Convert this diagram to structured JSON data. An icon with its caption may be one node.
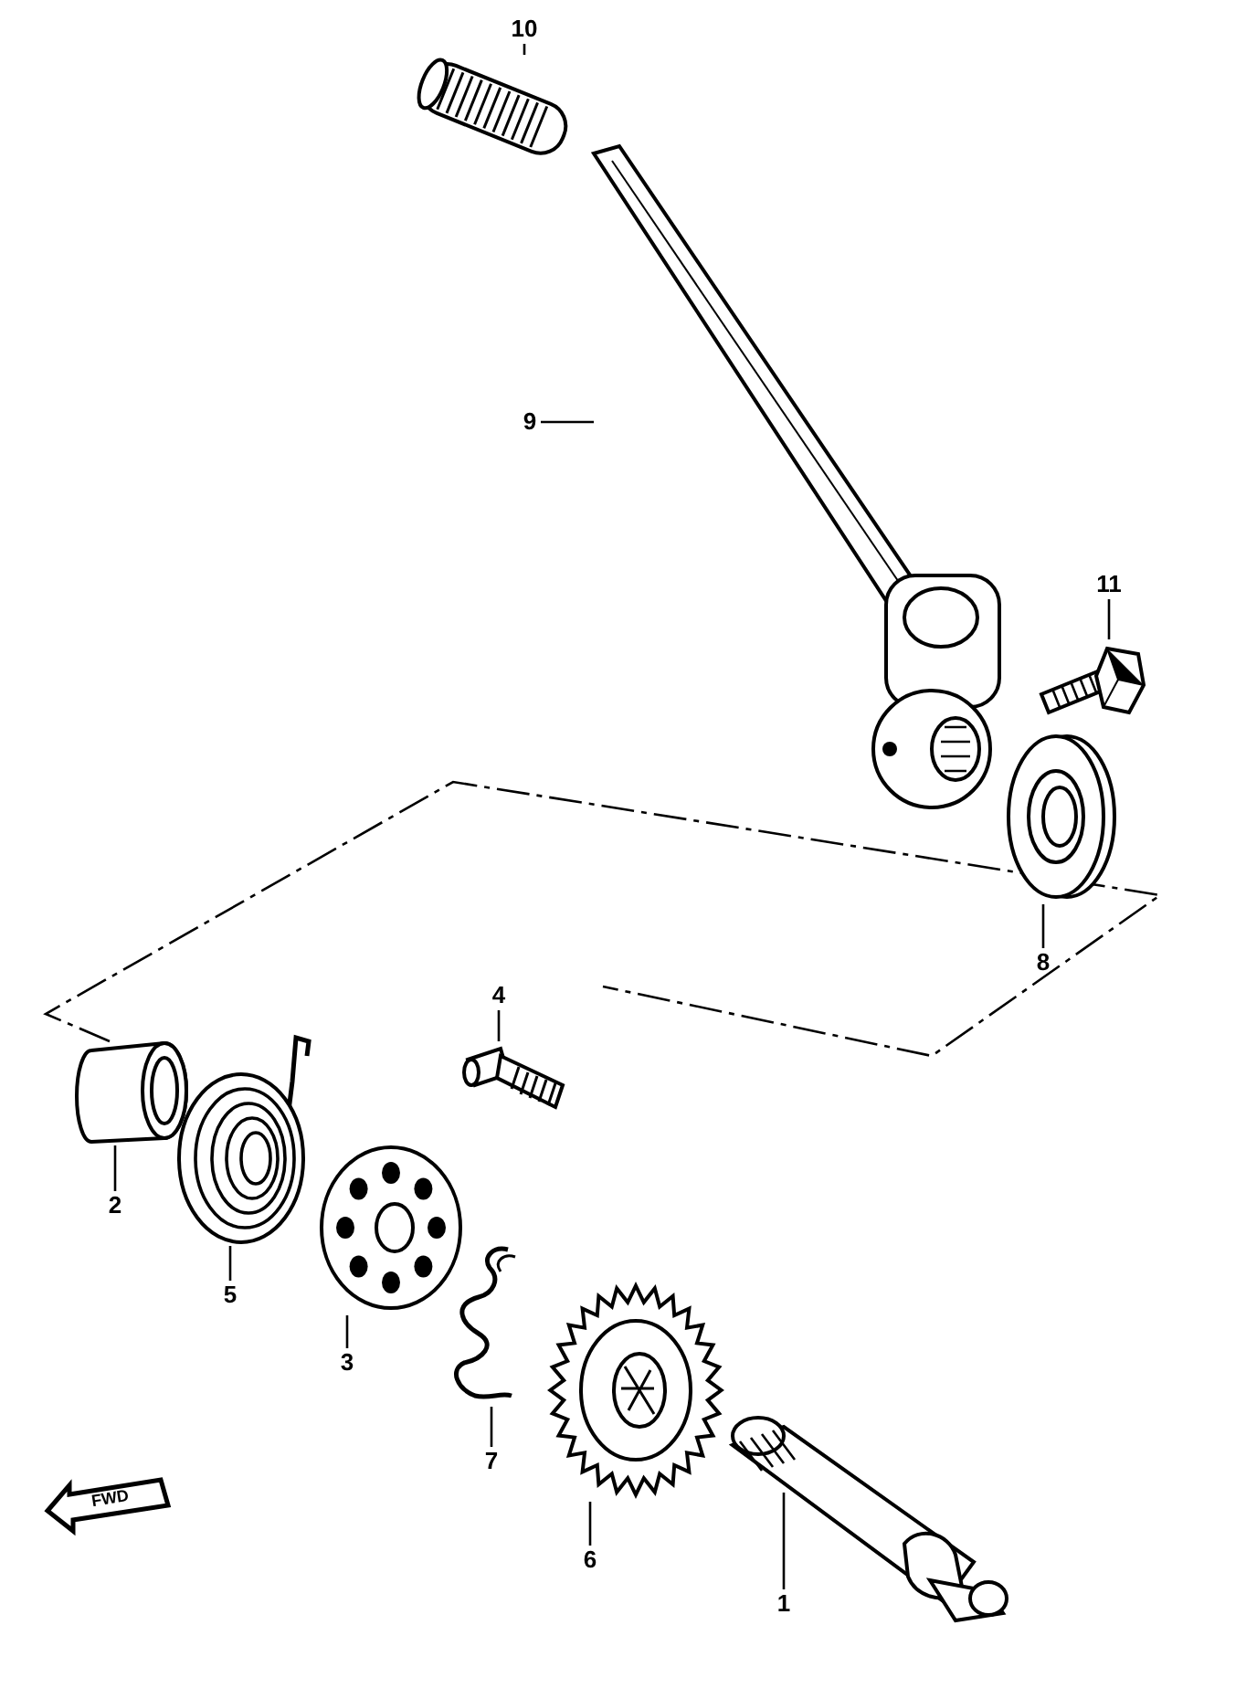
{
  "diagram": {
    "nodes": [
      {
        "text": [
          "10"
        ]
      },
      {
        "text": [],
        "shape": "picture"
      },
      {
        "text": [
          "9"
        ]
      },
      {
        "text": [],
        "shape": "picture"
      },
      {
        "text": [
          "11"
        ]
      },
      {
        "text": [],
        "shape": "picture"
      },
      {
        "text": [
          "8"
        ]
      },
      {
        "text": [],
        "shape": "picture"
      },
      {
        "text": [
          "4"
        ]
      },
      {
        "text": [],
        "shape": "picture"
      },
      {
        "text": [
          "2"
        ]
      },
      {
        "text": [],
        "shape": "picture"
      },
      {
        "text": [
          "5"
        ]
      },
      {
        "text": [],
        "shape": "picture"
      },
      {
        "text": [
          "3"
        ]
      },
      {
        "text": [],
        "shape": "picture"
      },
      {
        "text": [
          "7"
        ]
      },
      {
        "text": [],
        "shape": "picture"
      },
      {
        "text": [
          "6"
        ]
      },
      {
        "text": [],
        "shape": "picture"
      },
      {
        "text": [
          "1"
        ]
      },
      {
        "text": [],
        "shape": "picture"
      }
    ],
    "edges": [
      {
        "from": 0,
        "to": 1,
        "arrow": "none"
      },
      {
        "from": 2,
        "to": 3,
        "arrow": "none"
      },
      {
        "from": 4,
        "to": 5,
        "arrow": "none"
      },
      {
        "from": 6,
        "to": 7,
        "arrow": "none"
      },
      {
        "from": 8,
        "to": 9,
        "arrow": "none"
      },
      {
        "from": 10,
        "to": 11,
        "arrow": "none"
      },
      {
        "from": 12,
        "to": 13,
        "arrow": "none"
      },
      {
        "from": 14,
        "to": 15,
        "arrow": "none"
      },
      {
        "from": 16,
        "to": 17,
        "arrow": "none"
      },
      {
        "from": 18,
        "to": 19,
        "arrow": "none"
      },
      {
        "from": 20,
        "to": 21,
        "arrow": "none"
      }
    ],
    "labels": [
      "FWD"
    ]
  }
}
